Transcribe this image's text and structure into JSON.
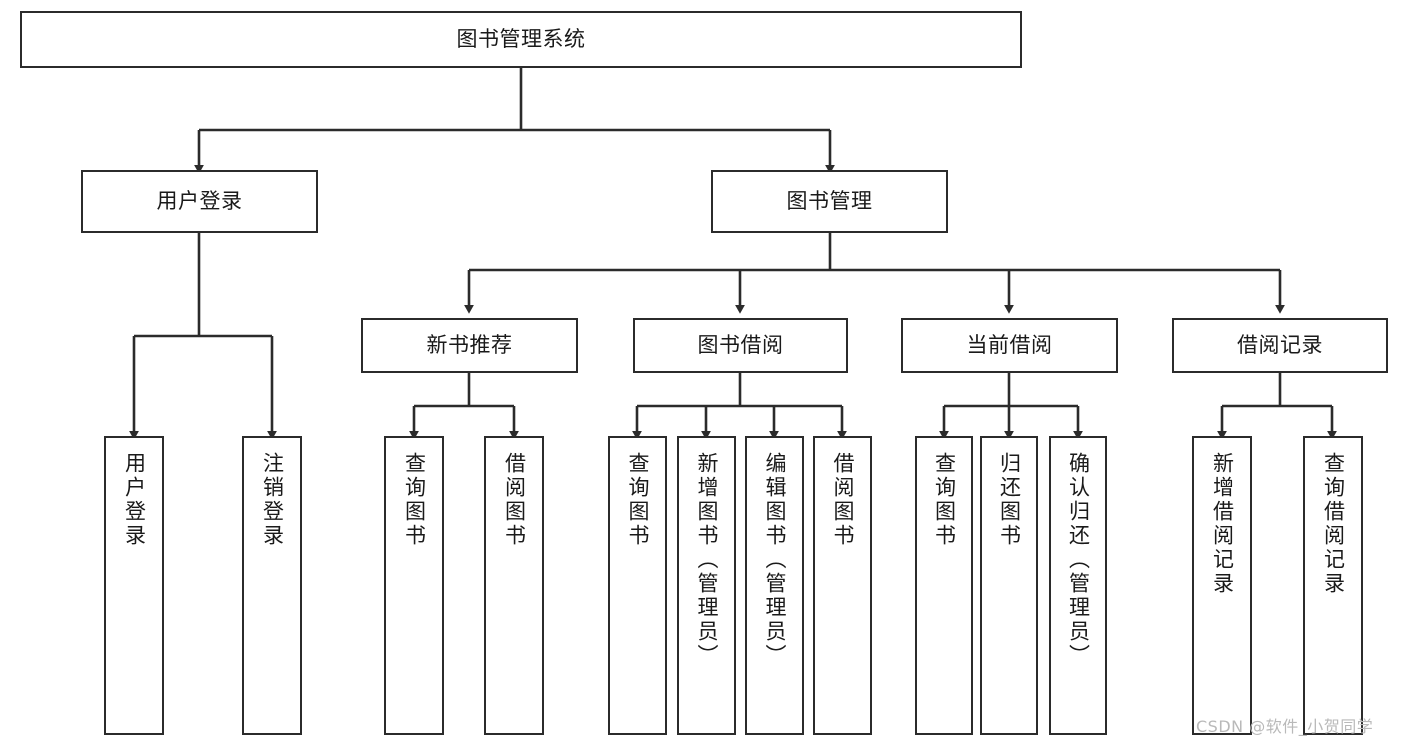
{
  "diagram": {
    "title": "图书管理系统",
    "colors": {
      "box_border": "#2b2b2b",
      "box_fill": "#ffffff",
      "connector": "#2b2b2b",
      "text": "#1a1a1a",
      "watermark": "#b9b9b9",
      "background": "#ffffff"
    },
    "root": {
      "id": "root",
      "label": "图书管理系统"
    },
    "level1": [
      {
        "id": "user-login",
        "label": "用户登录"
      },
      {
        "id": "book-manage",
        "label": "图书管理"
      }
    ],
    "level2": [
      {
        "id": "new-book-recommend",
        "label": "新书推荐"
      },
      {
        "id": "book-borrow",
        "label": "图书借阅"
      },
      {
        "id": "current-borrow",
        "label": "当前借阅"
      },
      {
        "id": "borrow-record",
        "label": "借阅记录"
      }
    ],
    "leaves": {
      "user-login": [
        {
          "id": "leaf-user-login",
          "label": "用户登录"
        },
        {
          "id": "leaf-logout-login",
          "label": "注销登录"
        }
      ],
      "new-book-recommend": [
        {
          "id": "leaf-query-book-1",
          "label": "查询图书"
        },
        {
          "id": "leaf-borrow-book-1",
          "label": "借阅图书"
        }
      ],
      "book-borrow": [
        {
          "id": "leaf-query-book-2",
          "label": "查询图书"
        },
        {
          "id": "leaf-add-book-admin",
          "label": "新增图书（管理员）"
        },
        {
          "id": "leaf-edit-book-admin",
          "label": "编辑图书（管理员）"
        },
        {
          "id": "leaf-borrow-book-2",
          "label": "借阅图书"
        }
      ],
      "current-borrow": [
        {
          "id": "leaf-query-book-3",
          "label": "查询图书"
        },
        {
          "id": "leaf-return-book",
          "label": "归还图书"
        },
        {
          "id": "leaf-confirm-return-admin",
          "label": "确认归还（管理员）"
        }
      ],
      "borrow-record": [
        {
          "id": "leaf-add-borrow-record",
          "label": "新增借阅记录"
        },
        {
          "id": "leaf-query-borrow-record",
          "label": "查询借阅记录"
        }
      ]
    },
    "watermark": "CSDN @软件_小贺同学"
  }
}
